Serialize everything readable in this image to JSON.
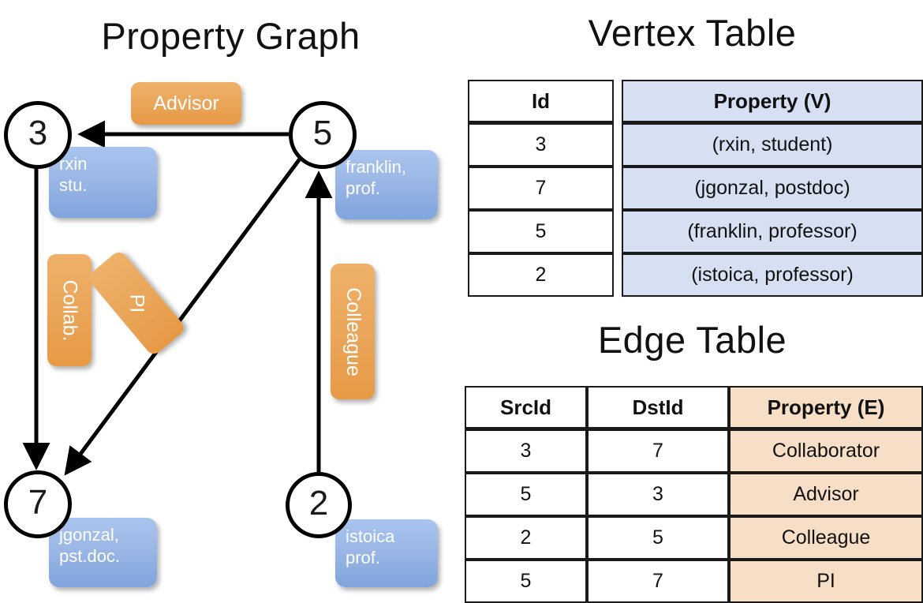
{
  "titles": {
    "property_graph": "Property Graph",
    "vertex_table": "Vertex Table",
    "edge_table": "Edge Table"
  },
  "graph": {
    "nodes": [
      {
        "id": "3",
        "label": "3",
        "property_lines": [
          "rxin",
          "stu."
        ]
      },
      {
        "id": "5",
        "label": "5",
        "property_lines": [
          "franklin,",
          "prof."
        ]
      },
      {
        "id": "7",
        "label": "7",
        "property_lines": [
          "jgonzal,",
          "pst.doc."
        ]
      },
      {
        "id": "2",
        "label": "2",
        "property_lines": [
          "istoica",
          "prof."
        ]
      }
    ],
    "edge_labels": [
      {
        "name": "advisor",
        "text": "Advisor"
      },
      {
        "name": "collab",
        "text": "Collab."
      },
      {
        "name": "pi",
        "text": "PI"
      },
      {
        "name": "colleague",
        "text": "Colleague"
      }
    ],
    "edges": [
      {
        "from": "5",
        "to": "3",
        "label": "Advisor"
      },
      {
        "from": "3",
        "to": "7",
        "label": "Collab."
      },
      {
        "from": "5",
        "to": "7",
        "label": "PI"
      },
      {
        "from": "2",
        "to": "5",
        "label": "Colleague"
      }
    ]
  },
  "vertex_table": {
    "columns": [
      "Id",
      "Property (V)"
    ],
    "rows": [
      {
        "id": "3",
        "property": "(rxin, student)"
      },
      {
        "id": "7",
        "property": "(jgonzal, postdoc)"
      },
      {
        "id": "5",
        "property": "(franklin, professor)"
      },
      {
        "id": "2",
        "property": "(istoica, professor)"
      }
    ]
  },
  "edge_table": {
    "columns": [
      "SrcId",
      "DstId",
      "Property (E)"
    ],
    "rows": [
      {
        "src": "3",
        "dst": "7",
        "property": "Collaborator"
      },
      {
        "src": "5",
        "dst": "3",
        "property": "Advisor"
      },
      {
        "src": "2",
        "dst": "5",
        "property": "Colleague"
      },
      {
        "src": "5",
        "dst": "7",
        "property": "PI"
      }
    ]
  },
  "colors": {
    "vertex_property_fill": "#d6e0f2",
    "edge_property_fill": "#f6dfc6",
    "node_box_blue": "#9cb8e6",
    "edge_chip_orange": "#eaa75c",
    "stroke": "#1a1a1a"
  }
}
